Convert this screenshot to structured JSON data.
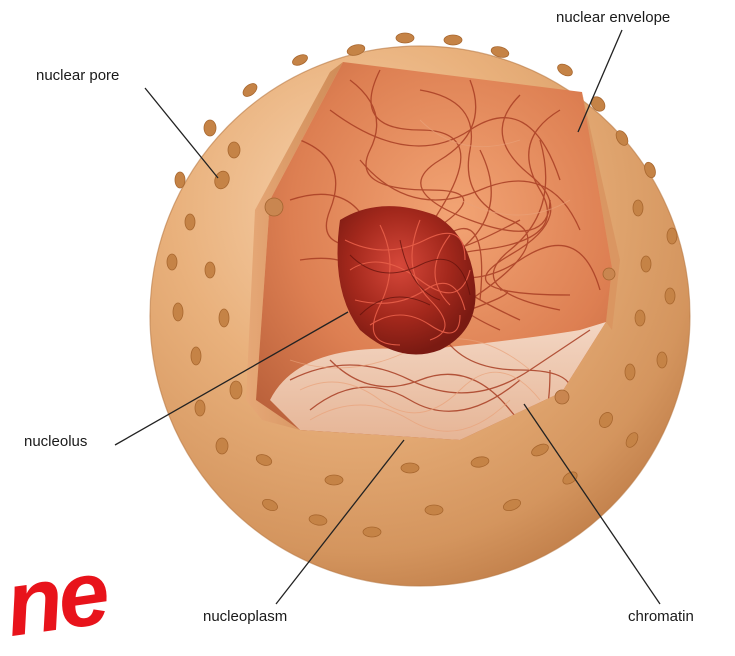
{
  "labels": {
    "nuclear_pore": "nuclear pore",
    "nuclear_envelope": "nuclear envelope",
    "nucleolus": "nucleolus",
    "nucleoplasm": "nucleoplasm",
    "chromatin": "chromatin"
  },
  "watermark": "ne",
  "colors": {
    "envelope": "#e8b07a",
    "envelope_shadow": "#c98a52",
    "nucleolus": "#a3281c",
    "chromatin": "#b54a30",
    "nucleoplasm": "#f0cdb8",
    "watermark": "#e8131b"
  }
}
